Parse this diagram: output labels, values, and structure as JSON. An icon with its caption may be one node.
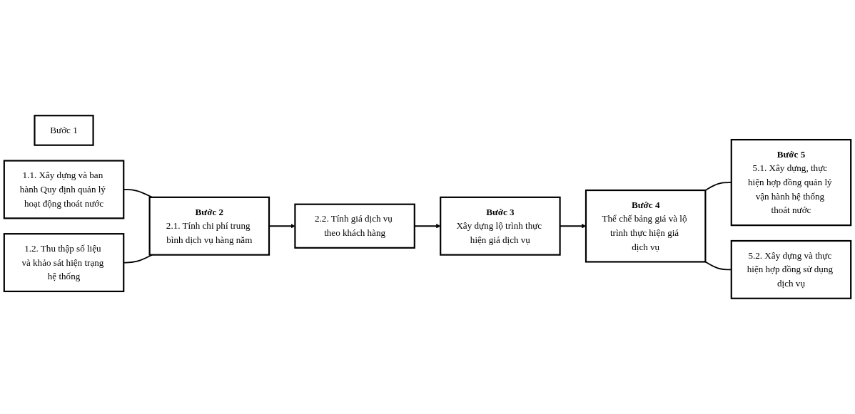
{
  "diagram": {
    "nodes": [
      {
        "text": [
          "Bước 1"
        ]
      },
      {
        "text": [
          "1.1. Xây dựng và ban hành Quy định quản lý hoạt động thoát nước"
        ]
      },
      {
        "text": [
          "1.2. Thu thập số liệu và khảo sát hiện trạng hệ thống"
        ]
      },
      {
        "text": [
          "Bước 2",
          "2.1. Tính chi phí trung bình dịch vụ hàng năm"
        ]
      },
      {
        "text": [
          "2.2. Tính giá dịch vụ theo khách hàng"
        ]
      },
      {
        "text": [
          "Bước 3",
          "Xây dựng lộ trình thực hiện giá dịch vụ"
        ]
      },
      {
        "text": [
          "Bước 4",
          "Thể chế bảng giá và lộ trình thực hiện giá dịch vụ"
        ]
      },
      {
        "text": [
          "Bước 5",
          "5.1. Xây dựng, thực hiện hợp đồng quản lý vận hành hệ thống thoát nước"
        ]
      },
      {
        "text": [
          "5.2. Xây dựng và thực hiện hợp đồng sử dụng dịch vụ"
        ]
      }
    ],
    "edges": [
      {
        "from": 1,
        "to": 3,
        "arrow": "none"
      },
      {
        "from": 2,
        "to": 3,
        "arrow": "none"
      },
      {
        "from": 3,
        "to": 4,
        "arrow": "to"
      },
      {
        "from": 4,
        "to": 5,
        "arrow": "to"
      },
      {
        "from": 5,
        "to": 6,
        "arrow": "to"
      },
      {
        "from": 6,
        "to": 7,
        "arrow": "none"
      },
      {
        "from": 6,
        "to": 8,
        "arrow": "none"
      }
    ]
  }
}
